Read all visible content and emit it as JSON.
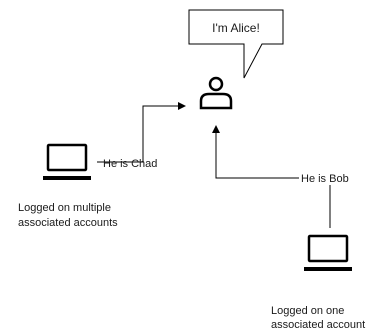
{
  "diagram": {
    "speech_bubble": "I'm Alice!",
    "edge_left_label": "He is Chad",
    "edge_right_label": "He is Bob",
    "laptop_left_caption": [
      "Logged on multiple",
      "associated accounts"
    ],
    "laptop_right_caption": [
      "Logged on one",
      "associated account"
    ]
  }
}
